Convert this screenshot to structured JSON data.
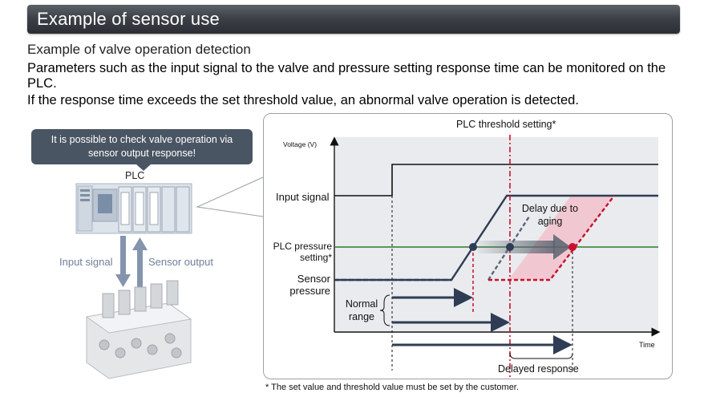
{
  "header": {
    "title": "Example of sensor use"
  },
  "section": {
    "subtitle": "Example of valve operation detection",
    "paragraph1": "Parameters such as the input signal to the valve and pressure setting response time can be monitored on the PLC.",
    "paragraph2": "If the response time exceeds the set threshold value, an abnormal valve operation is detected."
  },
  "left": {
    "callout_line1": "It is possible to check valve operation via",
    "callout_line2": "sensor output response!",
    "plc_label": "PLC",
    "input_signal_label": "Input signal",
    "sensor_output_label": "Sensor output"
  },
  "diagram": {
    "threshold_label": "PLC threshold setting*",
    "y_axis_label": "Voltage (V)",
    "x_axis_label": "Time",
    "input_signal_label": "Input signal",
    "pressure_setting_line1": "PLC pressure",
    "pressure_setting_line2": "setting*",
    "sensor_pressure_line1": "Sensor",
    "sensor_pressure_line2": "pressure",
    "delay_line1": "Delay due to",
    "delay_line2": "aging",
    "normal_range_line1": "Normal",
    "normal_range_line2": "range",
    "delayed_response_label": "Delayed response",
    "colors": {
      "red": "#c8102e",
      "navy": "#2e3d54",
      "green": "#2f7a2f",
      "pink": "#f2c2cc",
      "panel": "#e9ebee"
    }
  },
  "footnote": "* The set value and threshold value must be set by the customer."
}
